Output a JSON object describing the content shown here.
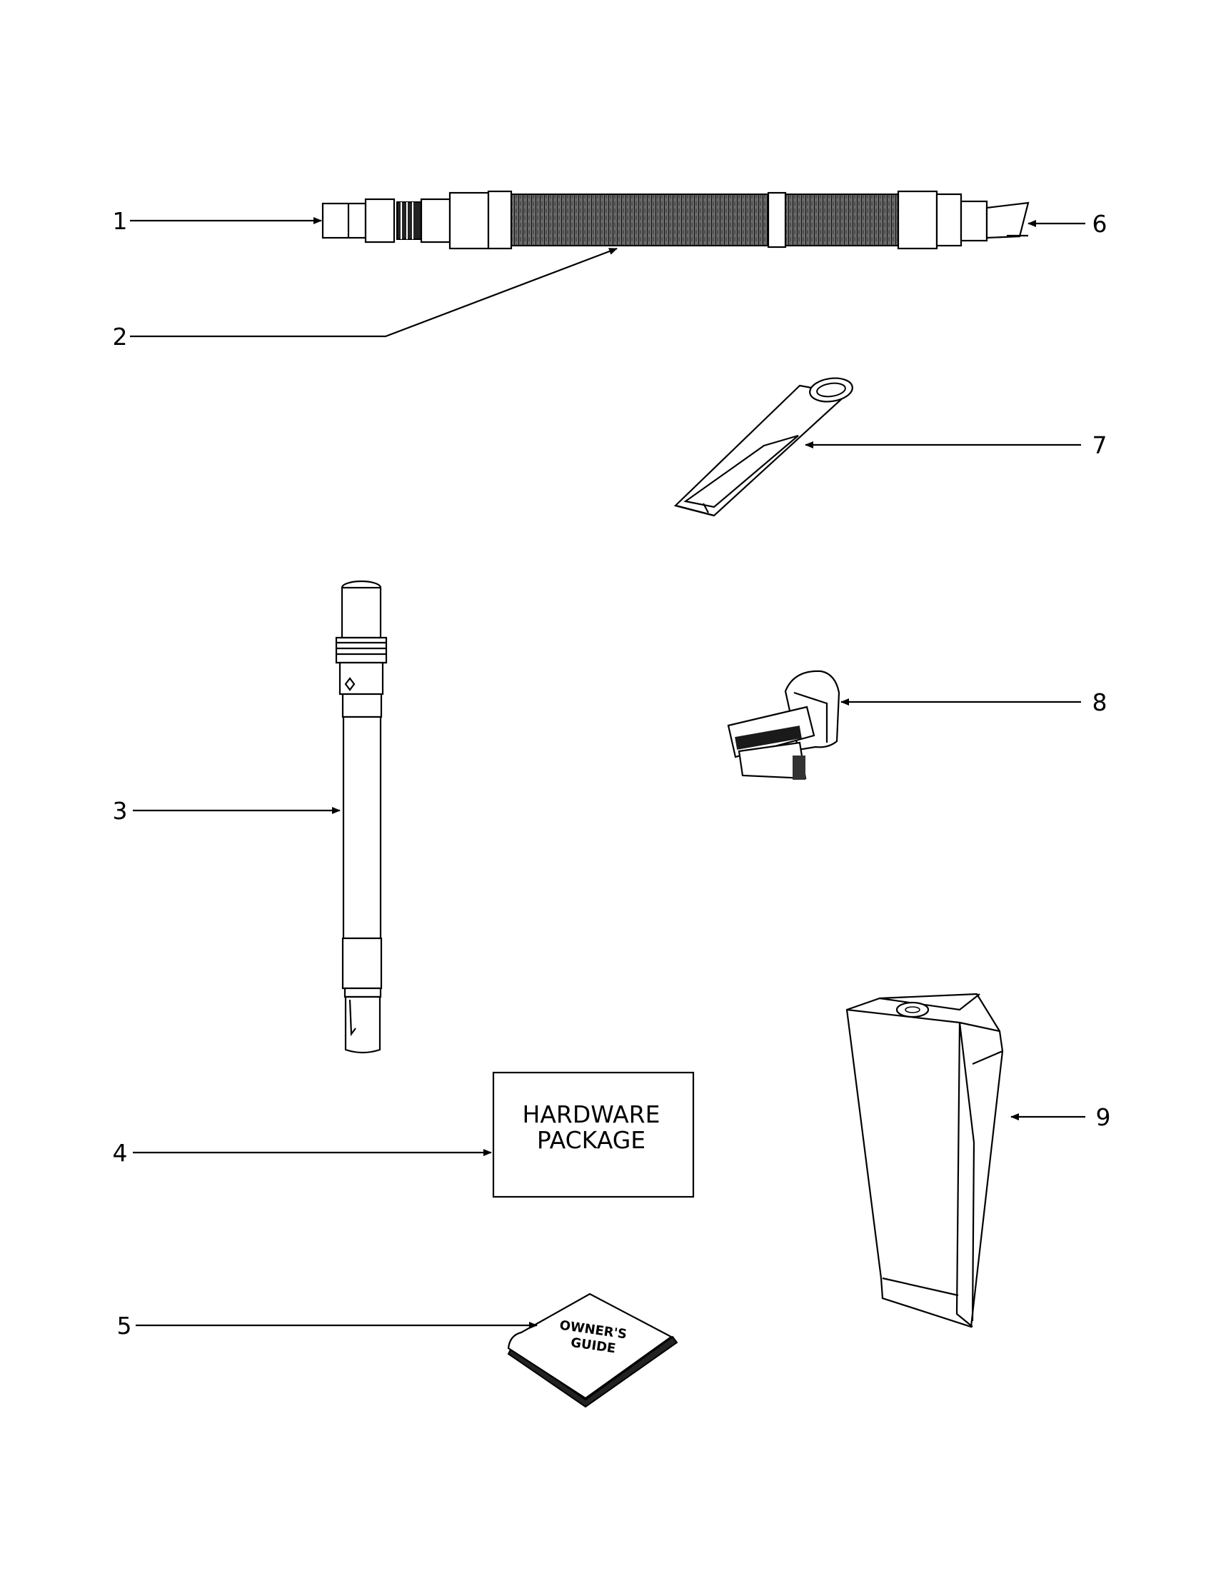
{
  "callouts": [
    "1",
    "2",
    "3",
    "4",
    "5",
    "6",
    "7",
    "8",
    "9"
  ],
  "hardware_package": {
    "line1": "HARDWARE",
    "line2": "PACKAGE"
  },
  "owners_guide": {
    "line1": "OWNER'S",
    "line2": "GUIDE"
  },
  "colors": {
    "ink": "#000000",
    "paper": "#ffffff",
    "hose_fill": "#555555"
  }
}
